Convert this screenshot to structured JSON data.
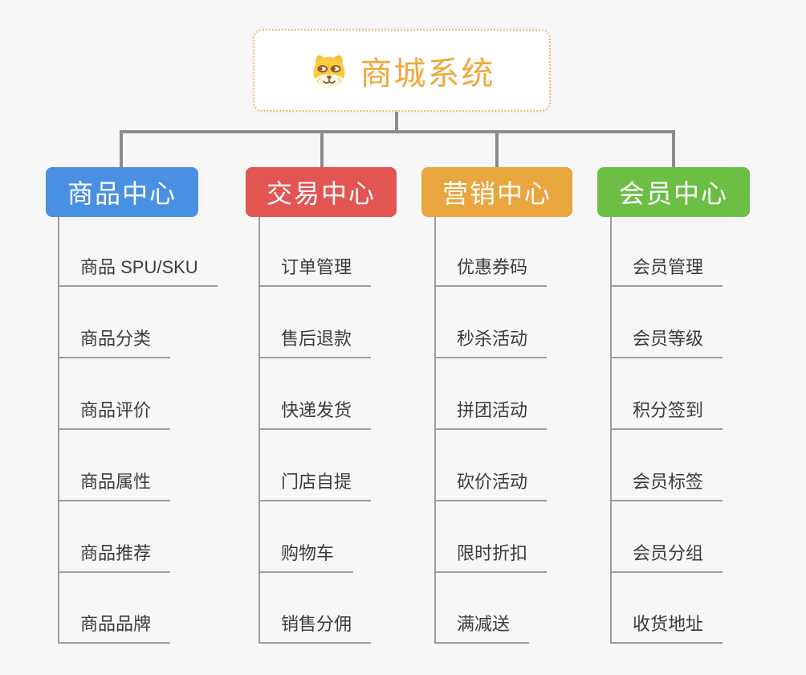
{
  "canvas": {
    "background": "#f7f7f7",
    "tree_connector_color": "#8c8c8c",
    "child_line_color": "#9d9d9d"
  },
  "root": {
    "label": "商城系统",
    "icon": "dog-face-icon",
    "text_color": "#f1a83b",
    "border_color": "#edb868",
    "fill": "#ffffff"
  },
  "branches": [
    {
      "label": "商品中心",
      "color": "#4a90e2",
      "children": [
        "商品 SPU/SKU",
        "商品分类",
        "商品评价",
        "商品属性",
        "商品推荐",
        "商品品牌"
      ]
    },
    {
      "label": "交易中心",
      "color": "#e25553",
      "children": [
        "订单管理",
        "售后退款",
        "快递发货",
        "门店自提",
        "购物车",
        "销售分佣"
      ]
    },
    {
      "label": "营销中心",
      "color": "#eaa63e",
      "children": [
        "优惠券码",
        "秒杀活动",
        "拼团活动",
        "砍价活动",
        "限时折扣",
        "满减送"
      ]
    },
    {
      "label": "会员中心",
      "color": "#6cbe45",
      "children": [
        "会员管理",
        "会员等级",
        "积分签到",
        "会员标签",
        "会员分组",
        "收货地址"
      ]
    }
  ]
}
